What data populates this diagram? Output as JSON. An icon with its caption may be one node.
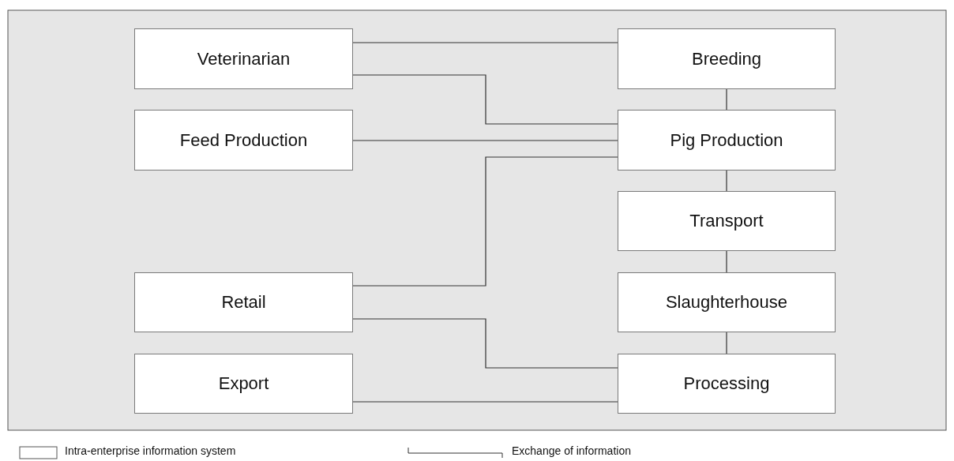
{
  "diagram": {
    "nodes": [
      {
        "text": [
          "Veterinarian"
        ]
      },
      {
        "text": [
          "Breeding"
        ]
      },
      {
        "text": [
          "Feed Production"
        ]
      },
      {
        "text": [
          "Pig Production"
        ]
      },
      {
        "text": [
          "Transport"
        ]
      },
      {
        "text": [
          "Retail"
        ]
      },
      {
        "text": [
          "Slaughterhouse"
        ]
      },
      {
        "text": [
          "Export"
        ]
      },
      {
        "text": [
          "Processing"
        ]
      }
    ],
    "edges": [
      {
        "from": 0,
        "to": 1,
        "arrow": "none"
      },
      {
        "from": 0,
        "to": 3,
        "arrow": "none"
      },
      {
        "from": 1,
        "to": 3,
        "arrow": "none"
      },
      {
        "from": 2,
        "to": 3,
        "arrow": "none"
      },
      {
        "from": 5,
        "to": 3,
        "arrow": "none"
      },
      {
        "from": 3,
        "to": 4,
        "arrow": "none"
      },
      {
        "from": 4,
        "to": 6,
        "arrow": "none"
      },
      {
        "from": 6,
        "to": 8,
        "arrow": "none"
      },
      {
        "from": 5,
        "to": 8,
        "arrow": "none"
      },
      {
        "from": 7,
        "to": 8,
        "arrow": "none"
      }
    ],
    "legend": [
      {
        "text": "Intra-enterprise information system"
      },
      {
        "text": "Exchange of information"
      }
    ]
  }
}
